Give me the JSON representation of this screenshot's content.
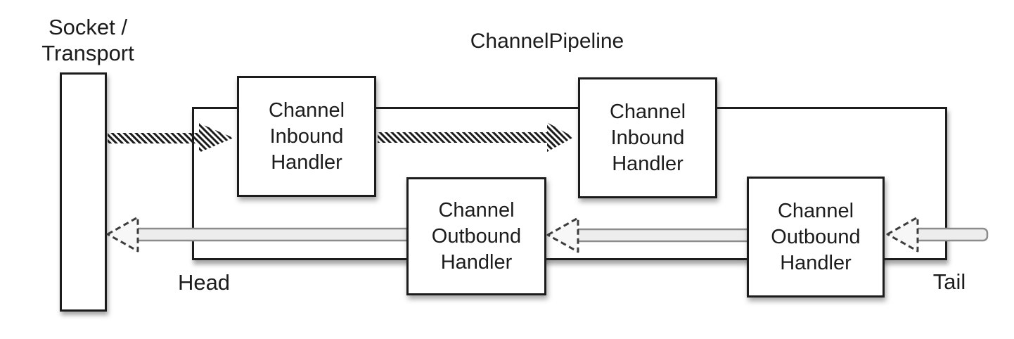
{
  "diagram_title": "ChannelPipeline",
  "socket": {
    "line1": "Socket /",
    "line2": "Transport"
  },
  "pipeline": {
    "head_label": "Head",
    "tail_label": "Tail",
    "handlers": [
      {
        "type": "inbound",
        "lines": [
          "Channel",
          "Inbound",
          "Handler"
        ]
      },
      {
        "type": "inbound",
        "lines": [
          "Channel",
          "Inbound",
          "Handler"
        ]
      },
      {
        "type": "outbound",
        "lines": [
          "Channel",
          "Outbound",
          "Handler"
        ]
      },
      {
        "type": "outbound",
        "lines": [
          "Channel",
          "Outbound",
          "Handler"
        ]
      }
    ]
  },
  "arrows": {
    "inbound_style": "hatched",
    "inbound_direction": "left-to-right",
    "inbound_count": 2,
    "outbound_style": "hollow-outline",
    "outbound_direction": "right-to-left",
    "outbound_count": 3
  },
  "colors": {
    "ink": "#1c1c1c",
    "background": "#ffffff",
    "outbound_shaft_fill": "#ededed",
    "outbound_shaft_stroke": "#8c8c8c",
    "outbound_head_fill": "#f7f7f7",
    "outbound_head_stroke": "#3c3c3c"
  }
}
